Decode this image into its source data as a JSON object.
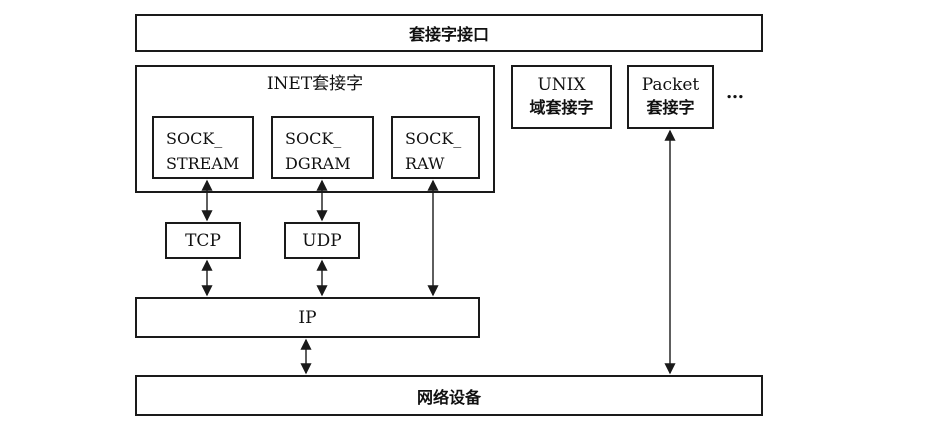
{
  "socket_interface": "套接字接口",
  "inet": {
    "title": "INET套接字",
    "stream": {
      "line1": "SOCK_",
      "line2": "STREAM"
    },
    "dgram": {
      "line1": "SOCK_",
      "line2": "DGRAM"
    },
    "raw": {
      "line1": "SOCK_",
      "line2": "RAW"
    }
  },
  "unix": {
    "line1": "UNIX",
    "line2": "域套接字"
  },
  "packet": {
    "line1": "Packet",
    "line2": "套接字"
  },
  "more": "…",
  "tcp": "TCP",
  "udp": "UDP",
  "ip": "IP",
  "netdev": "网络设备"
}
